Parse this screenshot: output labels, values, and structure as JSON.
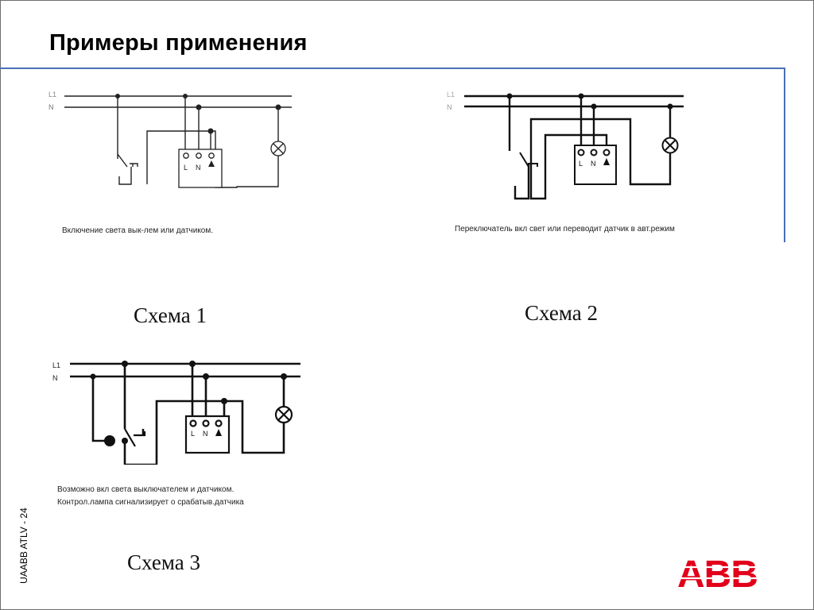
{
  "slide": {
    "title": "Примеры применения",
    "slide_number": "UAABB ATLV - 24"
  },
  "brand": {
    "logo_text": "ABB",
    "logo_color": "#e2001a",
    "rule_color": "#4a6fb5"
  },
  "terminal_labels": {
    "line": "L",
    "neutral": "N"
  },
  "bus_labels": {
    "l1": "L1",
    "n": "N"
  },
  "schemes": [
    {
      "label": "Схема 1",
      "caption_lines": [
        "Включение света вык-лем или датчиком."
      ]
    },
    {
      "label": "Схема 2",
      "caption_lines": [
        "Переключатель вкл свет или переводит датчик в авт.режим"
      ]
    },
    {
      "label": "Схема 3",
      "caption_lines": [
        "Возможно вкл света выключателем и датчиком.",
        "Контрол.лампа сигнализирует о срабатыв.датчика"
      ]
    }
  ]
}
